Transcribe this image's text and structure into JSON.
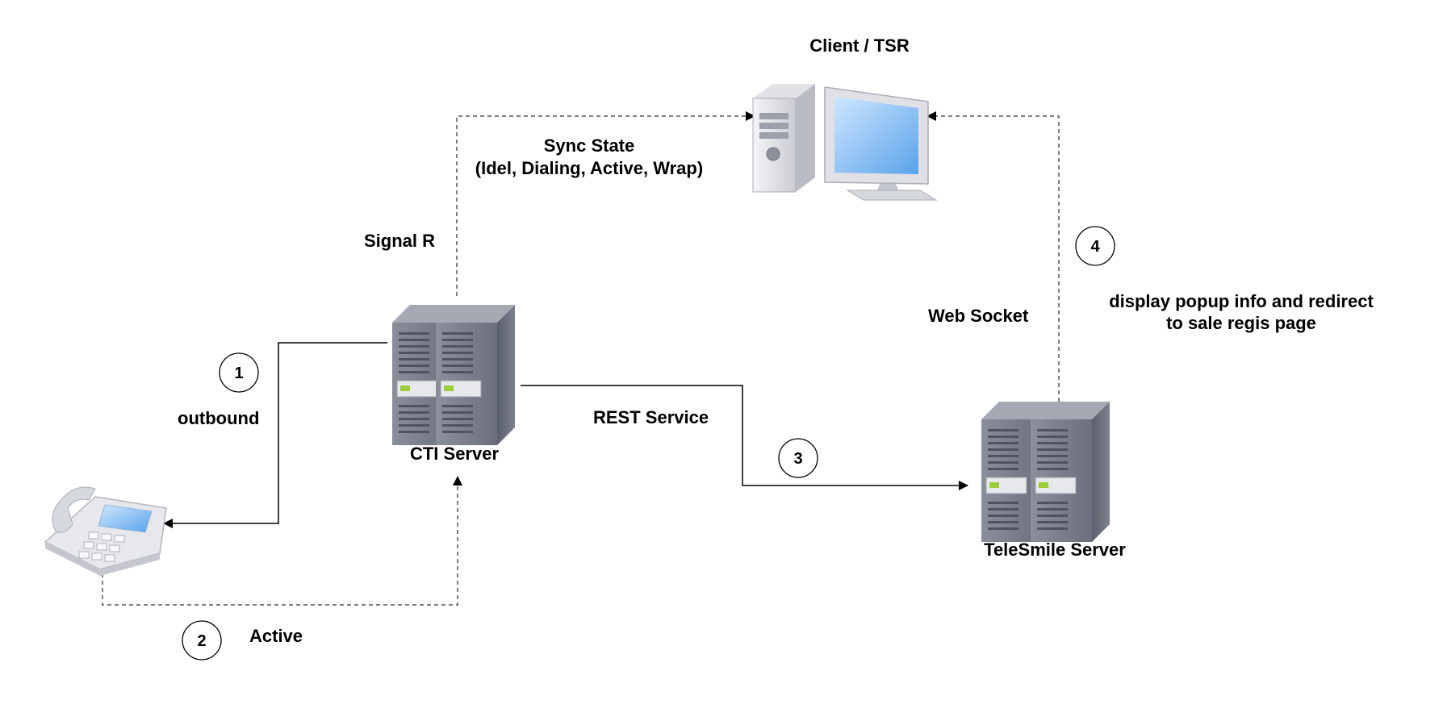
{
  "nodes": {
    "client": {
      "label": "Client / TSR",
      "icon": "desktop-computer-icon"
    },
    "cti": {
      "label": "CTI Server",
      "icon": "server-rack-icon"
    },
    "telesmile": {
      "label": "TeleSmile Server",
      "icon": "server-rack-icon"
    },
    "phone": {
      "label": "",
      "icon": "desk-phone-icon"
    }
  },
  "edges": {
    "sync_state": {
      "label_line1": "Sync State",
      "label_line2": "(Idel, Dialing, Active, Wrap)"
    },
    "signal_r": {
      "label": "Signal R"
    },
    "web_socket": {
      "label": "Web Socket"
    },
    "rest_service": {
      "label": "REST Service"
    },
    "outbound": {
      "label": "outbound"
    },
    "active": {
      "label": "Active"
    },
    "popup": {
      "label_line1": "display popup info and redirect",
      "label_line2": "to sale regis page"
    }
  },
  "steps": [
    "1",
    "2",
    "3",
    "4"
  ],
  "colors": {
    "line": "#000000",
    "server_body": "#6e7380",
    "screen": "#7fb8f0"
  }
}
